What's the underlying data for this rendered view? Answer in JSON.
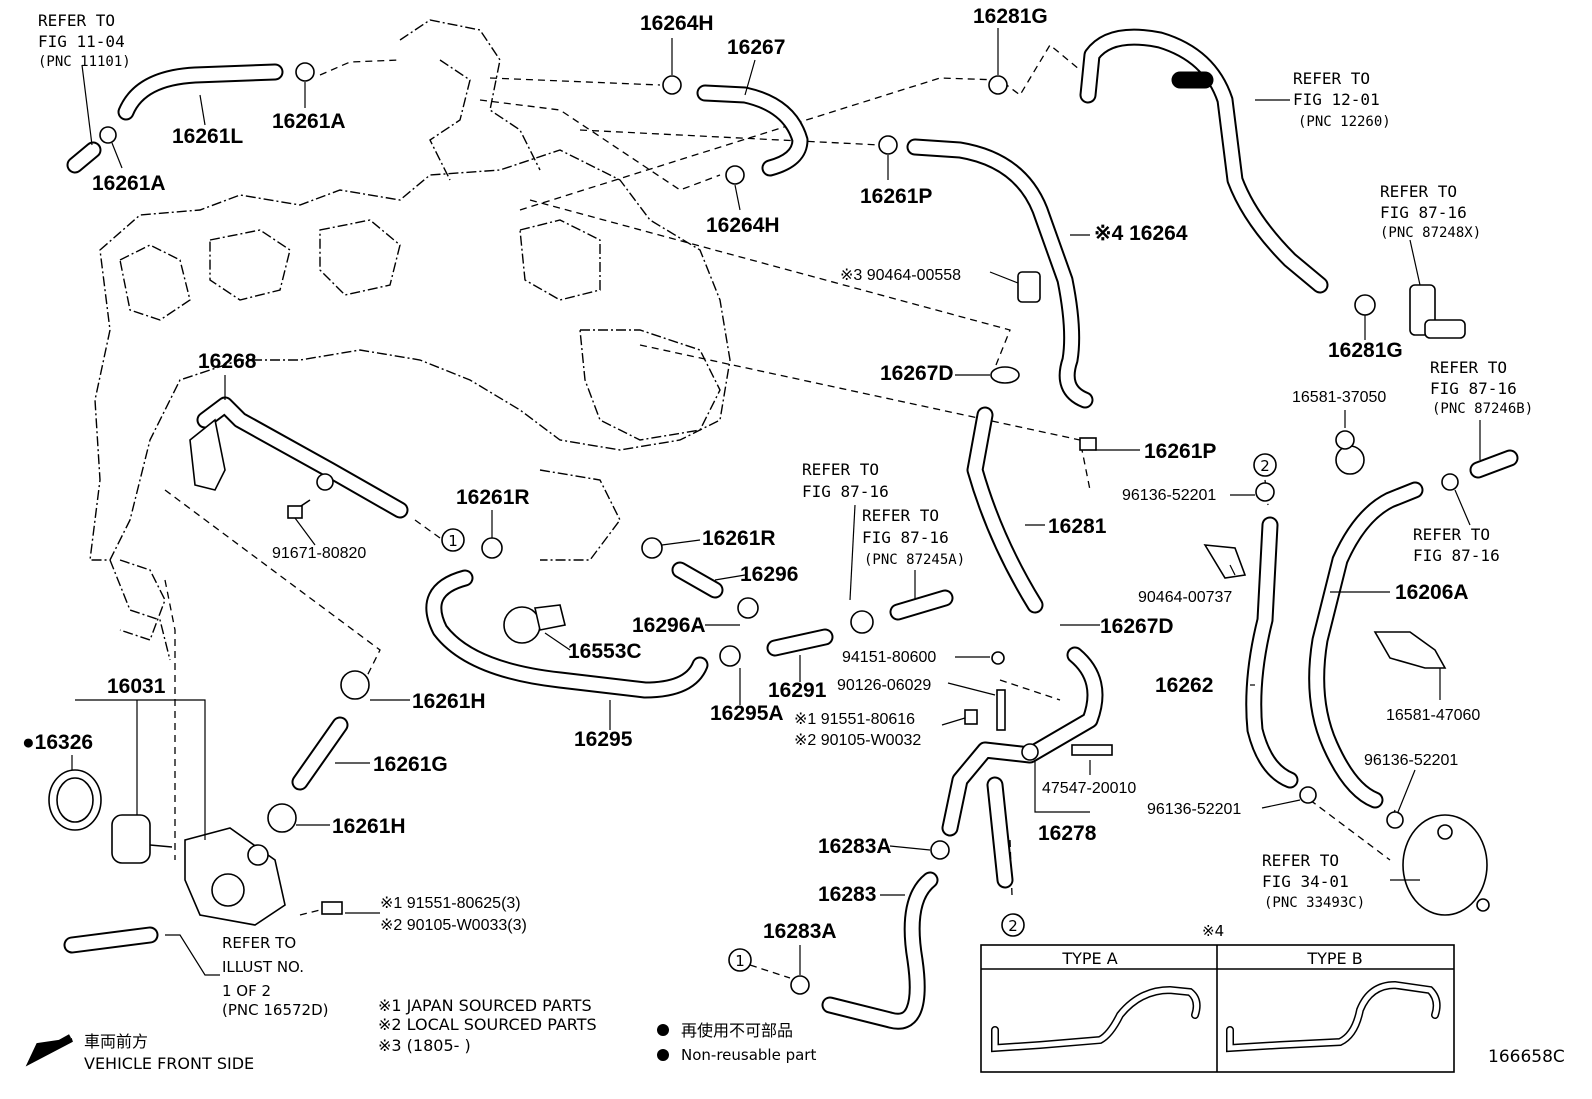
{
  "diagram_code": "166658C",
  "part_labels": [
    {
      "id": "p16261L",
      "text": "16261L"
    },
    {
      "id": "p16261A_top",
      "text": "16261A"
    },
    {
      "id": "p16261A_bot",
      "text": "16261A"
    },
    {
      "id": "p16264H_top",
      "text": "16264H"
    },
    {
      "id": "p16267",
      "text": "16267"
    },
    {
      "id": "p16264H_bot",
      "text": "16264H"
    },
    {
      "id": "p16281G_top",
      "text": "16281G"
    },
    {
      "id": "p16261P_top",
      "text": "16261P"
    },
    {
      "id": "p16264",
      "text": "※4 16264"
    },
    {
      "id": "p90464_00558",
      "text": "※3 90464-00558"
    },
    {
      "id": "p16281G_right",
      "text": "16281G"
    },
    {
      "id": "p16267D_top",
      "text": "16267D"
    },
    {
      "id": "p16261P_mid",
      "text": "16261P"
    },
    {
      "id": "p16268",
      "text": "16268"
    },
    {
      "id": "p91671",
      "text": "91671-80820"
    },
    {
      "id": "p16261R_a",
      "text": "16261R"
    },
    {
      "id": "p16261R_b",
      "text": "16261R"
    },
    {
      "id": "p16296",
      "text": "16296"
    },
    {
      "id": "p16296A",
      "text": "16296A"
    },
    {
      "id": "p16553C",
      "text": "16553C"
    },
    {
      "id": "p16281",
      "text": "16281"
    },
    {
      "id": "p16267D_mid",
      "text": "16267D"
    },
    {
      "id": "p94151",
      "text": "94151-80600"
    },
    {
      "id": "p90126",
      "text": "90126-06029"
    },
    {
      "id": "p91551_80616",
      "text": "※1 91551-80616"
    },
    {
      "id": "p90105_W0032",
      "text": "※2 90105-W0032"
    },
    {
      "id": "p16291",
      "text": "16291"
    },
    {
      "id": "p16295A",
      "text": "16295A"
    },
    {
      "id": "p16295",
      "text": "16295"
    },
    {
      "id": "p16031",
      "text": "16031"
    },
    {
      "id": "p16326",
      "text": "●16326"
    },
    {
      "id": "p16261H_top",
      "text": "16261H"
    },
    {
      "id": "p16261G",
      "text": "16261G"
    },
    {
      "id": "p16261H_bot",
      "text": "16261H"
    },
    {
      "id": "p91551_80625",
      "text": "※1 91551-80625(3)"
    },
    {
      "id": "p90105_W0033",
      "text": "※2 90105-W0033(3)"
    },
    {
      "id": "p47547",
      "text": "47547-20010"
    },
    {
      "id": "p16278",
      "text": "16278"
    },
    {
      "id": "p16283A_top",
      "text": "16283A"
    },
    {
      "id": "p16283",
      "text": "16283"
    },
    {
      "id": "p16283A_bot",
      "text": "16283A"
    },
    {
      "id": "p16581_37050",
      "text": "16581-37050"
    },
    {
      "id": "p96136_a",
      "text": "96136-52201"
    },
    {
      "id": "p90464_00737",
      "text": "90464-00737"
    },
    {
      "id": "p16262",
      "text": "16262"
    },
    {
      "id": "p16206A",
      "text": "16206A"
    },
    {
      "id": "p16581_47060",
      "text": "16581-47060"
    },
    {
      "id": "p96136_b",
      "text": "96136-52201"
    },
    {
      "id": "p96136_c",
      "text": "96136-52201"
    }
  ],
  "references": {
    "fig_11_04": [
      "REFER TO",
      "FIG 11-04",
      "(PNC 11101)"
    ],
    "fig_12_01": [
      "REFER TO",
      "FIG 12-01",
      "(PNC 12260)"
    ],
    "fig_87_16_x": [
      "REFER TO",
      "FIG 87-16",
      "(PNC 87248X)"
    ],
    "fig_87_16_b": [
      "REFER TO",
      "FIG 87-16",
      "(PNC 87246B)"
    ],
    "fig_87_16_c": [
      "REFER TO",
      "FIG 87-16"
    ],
    "fig_87_16_d": [
      "REFER TO",
      "FIG 87-16"
    ],
    "fig_87_16_a": [
      "REFER TO",
      "FIG 87-16",
      "(PNC 87245A)"
    ],
    "fig_34_01": [
      "REFER TO",
      "FIG 34-01",
      "(PNC 33493C)"
    ],
    "illust": [
      "REFER TO",
      "ILLUST NO.",
      "1 OF 2",
      "(PNC 16572D)"
    ]
  },
  "callouts": {
    "one": "1",
    "two": "2"
  },
  "type_box": {
    "marker": "※4",
    "type_a": "TYPE A",
    "type_b": "TYPE B"
  },
  "legend": {
    "note1": "※1  JAPAN SOURCED PARTS",
    "note2": "※2  LOCAL SOURCED PARTS",
    "note3": "※3  (1805-      )",
    "nonreuse_jp": "再使用不可部品",
    "nonreuse_en": "Non-reusable part",
    "front_jp": "車両前方",
    "front_en": "VEHICLE FRONT SIDE"
  }
}
